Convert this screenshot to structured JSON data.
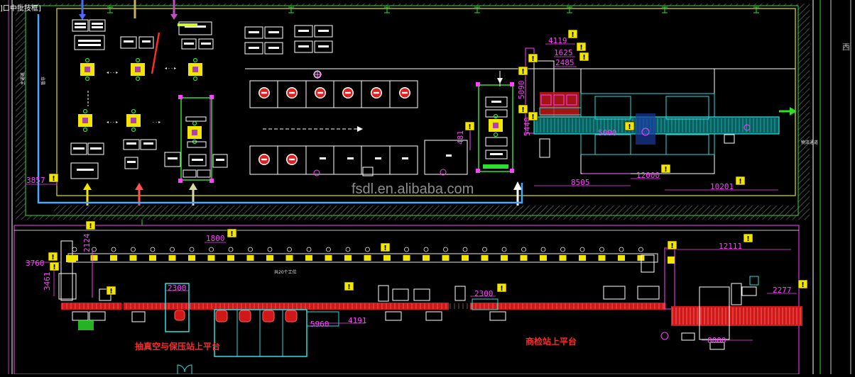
{
  "frame_tag": "]口中批技框]",
  "watermark": "fsdl.en.alibaba.com",
  "top_dimensions": {
    "d4119": "4119",
    "d1625": "1625",
    "d2485": "2485",
    "d5090": "5090",
    "d5440": "5440",
    "d5000": "5000",
    "d12000": "12000",
    "d8505": "8505",
    "d10201": "10201",
    "d3857": "3857",
    "d481": "481"
  },
  "bottom_dimensions": {
    "d1800": "1800",
    "d2124": "2124",
    "d3760": "3760",
    "d3461": "3461",
    "d2300a": "2300",
    "d2300b": "2300",
    "d5960": "5960",
    "d4191": "4191",
    "d12111": "12111",
    "d2277": "2277",
    "d8000": "8000"
  },
  "labels": {
    "vacuum_station": "抽真空与保压站上平台",
    "inspection_station": "商检站上平台",
    "left_vertical_a": "主通道",
    "left_vertical_b": "暂存",
    "right_vertical": "西",
    "right_label": "物流通道",
    "conveyor_label": "共20个工位"
  },
  "colors": {
    "background": "#000000",
    "frame_white": "#ffffff",
    "frame_yellow": "#e6e600",
    "dimension_magenta": "#ff40ff",
    "conveyor_cyan": "#28e0e0",
    "conveyor_red": "#e02020",
    "platform_green": "#2ee02e"
  }
}
